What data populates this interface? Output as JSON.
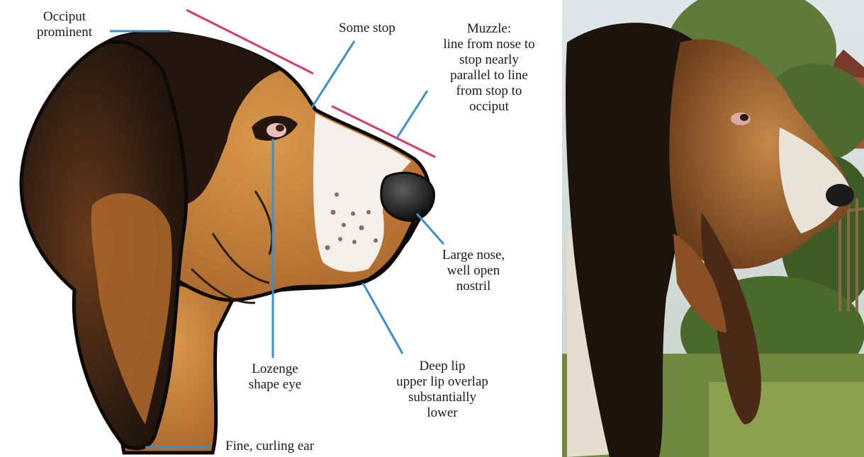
{
  "diagram": {
    "labels": {
      "occiput": [
        "Occiput",
        "prominent"
      ],
      "stop": [
        "Some stop"
      ],
      "muzzle": [
        "Muzzle:",
        "line from nose to",
        "stop nearly",
        "parallel to line",
        "from stop to",
        "occiput"
      ],
      "nose": [
        "Large nose,",
        "well open",
        "nostril"
      ],
      "lip": [
        "Deep lip",
        "upper lip overlap",
        "substantially",
        "lower"
      ],
      "eye": [
        "Lozenge",
        "shape eye"
      ],
      "ear": [
        "Fine, curling ear"
      ]
    },
    "colors": {
      "leader_line": "#3a8fd0",
      "parallel_line": "#d93a6e",
      "tan": "#c8823a",
      "black_coat": "#24160e",
      "white_coat": "#f4efe8",
      "outline": "#0d0906"
    }
  },
  "photo": {
    "subject": "basset hound head, profile facing right",
    "background": "garden with hedge, wooden fence and house"
  }
}
